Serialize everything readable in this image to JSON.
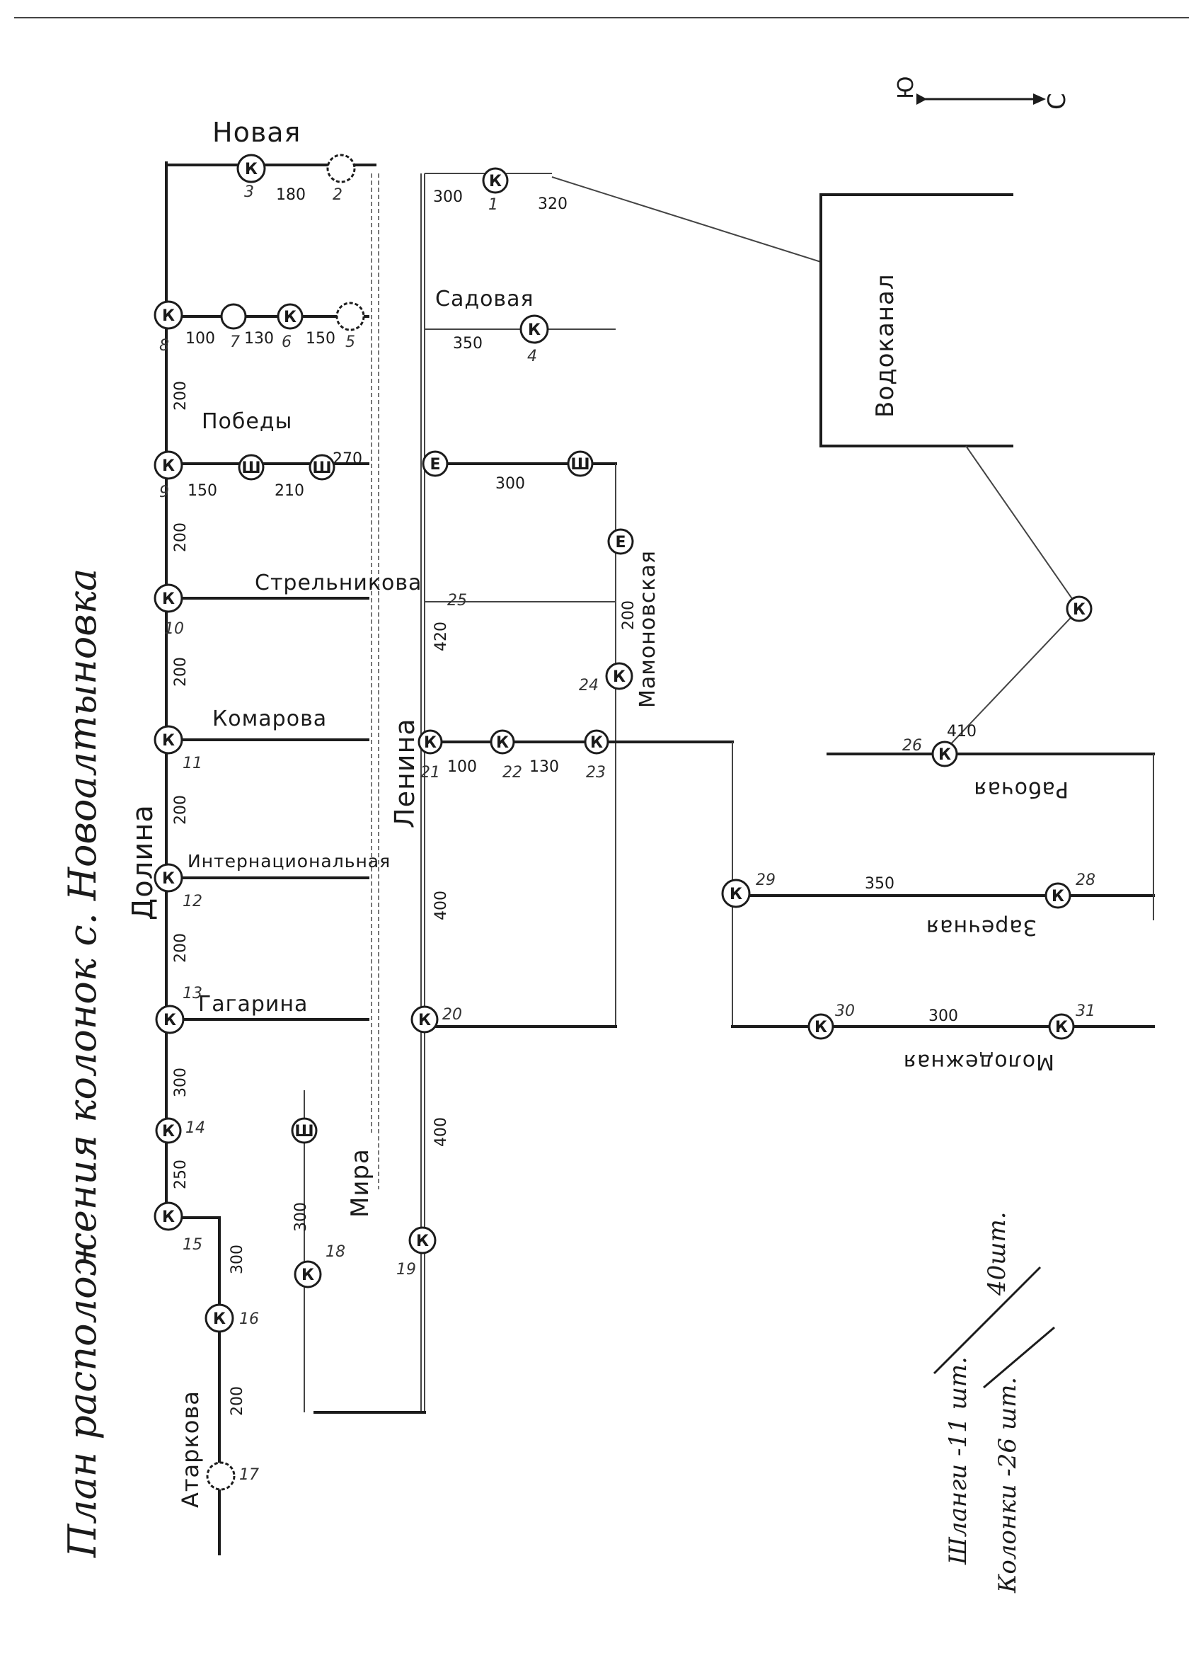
{
  "title": "План расположения колонок с. Новоалтыновка",
  "north_arrow": {
    "from": "Ю",
    "to": "С"
  },
  "legend": {
    "hydrants": "Шланги -11 шт.",
    "columns": "Колонки -26 шт.",
    "total": "40шт."
  },
  "mark_letters": {
    "column": "К",
    "shlang": "Ш",
    "ya": "Е"
  },
  "streets": {
    "novaya": "Новая",
    "sadovaya": "Садовая",
    "pobedy": "Победы",
    "strelnikova": "Стрельникова",
    "komarova": "Комарова",
    "internatsionalnaya": "Интернациональная",
    "gagarina": "Гагарина",
    "dolina": "Долина",
    "lenina": "Ленина",
    "mira": "Мира",
    "atarkova": "Атаркова",
    "mamonovskaya": "Мамоновская",
    "vodokanal": "Водоканал",
    "rabochaya": "Рабочая",
    "zarechnaya": "Заречная",
    "molodezhnaya": "Молодежная"
  },
  "distances": {
    "d_3_2": "180",
    "d_1_left": "300",
    "d_1_right": "320",
    "d_8_7": "100",
    "d_7_6": "130",
    "d_6_5": "150",
    "d_sad": "350",
    "d_dol_8_9": "200",
    "d_9_a": "150",
    "d_a_b": "210",
    "d_pob_end": "270",
    "d_mam_top": "300",
    "d_dol_9_10": "200",
    "d_mam_25_24": "200",
    "d_len_top": "420",
    "d_dol_10_11": "200",
    "d_21_22": "100",
    "d_22_23": "130",
    "d_rab": "410",
    "d_dol_11_12": "200",
    "d_zar": "350",
    "d_len_mid": "400",
    "d_dol_12_13": "200",
    "d_mol": "300",
    "d_dol_13_14": "300",
    "d_14_15": "250",
    "d_15_16": "300",
    "d_16_17": "200",
    "d_len_bot": "400",
    "d_mira": "300"
  },
  "node_numbers": {
    "n1": "1",
    "n2": "2",
    "n3": "3",
    "n4": "4",
    "n5": "5",
    "n6": "6",
    "n7": "7",
    "n8": "8",
    "n9": "9",
    "n10": "10",
    "n11": "11",
    "n12": "12",
    "n13": "13",
    "n14": "14",
    "n15": "15",
    "n16": "16",
    "n17": "17",
    "n18": "18",
    "n19": "19",
    "n20": "20",
    "n21": "21",
    "n22": "22",
    "n23": "23",
    "n24": "24",
    "n25": "25",
    "n26": "26",
    "n28": "28",
    "n29": "29",
    "n30": "30",
    "n31": "31"
  }
}
